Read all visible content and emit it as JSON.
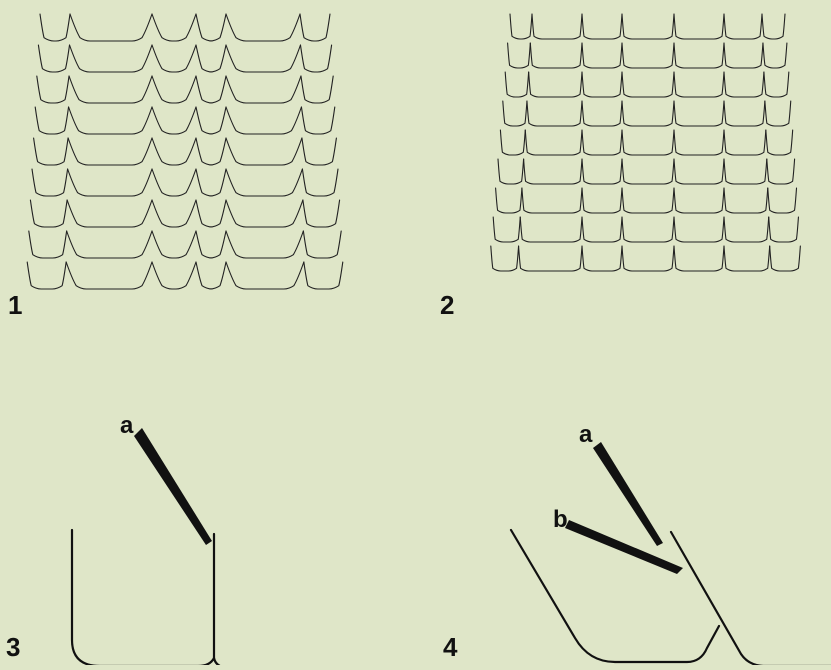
{
  "panels": {
    "p1": {
      "label": "1"
    },
    "p2": {
      "label": "2"
    },
    "p3": {
      "label": "3",
      "arrows": [
        {
          "label": "a"
        }
      ]
    },
    "p4": {
      "label": "4",
      "arrows": [
        {
          "label": "a"
        },
        {
          "label": "b"
        }
      ]
    }
  }
}
